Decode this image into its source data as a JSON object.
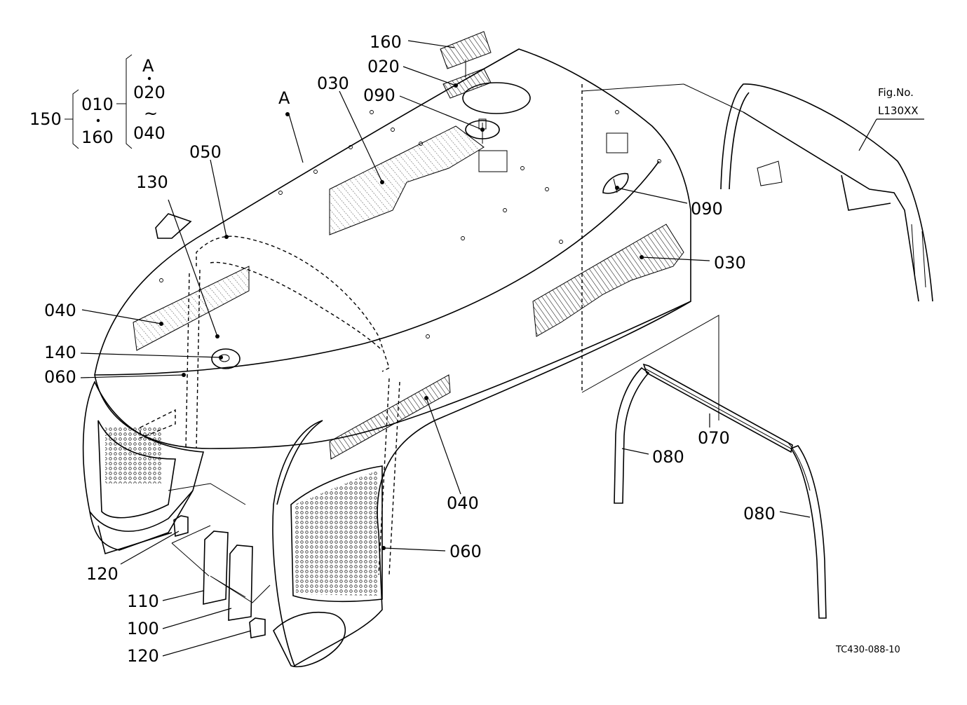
{
  "figure": {
    "fig_no_label": "Fig.No.",
    "fig_no_value": "L130XX",
    "drawing_code": "TC430-088-10"
  },
  "group_key": {
    "assembly": "150",
    "range_start": "010",
    "range_end": "160",
    "sub_ref": "A",
    "sub_range_start": "020",
    "tilde": "~",
    "sub_range_end": "040"
  },
  "ref_mark": "A",
  "callouts": [
    {
      "id": "c160",
      "text": "160"
    },
    {
      "id": "c020",
      "text": "020"
    },
    {
      "id": "c090a",
      "text": "090"
    },
    {
      "id": "c030a",
      "text": "030"
    },
    {
      "id": "c050",
      "text": "050"
    },
    {
      "id": "c130",
      "text": "130"
    },
    {
      "id": "c040a",
      "text": "040"
    },
    {
      "id": "c140",
      "text": "140"
    },
    {
      "id": "c060a",
      "text": "060"
    },
    {
      "id": "c090b",
      "text": "090"
    },
    {
      "id": "c030b",
      "text": "030"
    },
    {
      "id": "c070",
      "text": "070"
    },
    {
      "id": "c080a",
      "text": "080"
    },
    {
      "id": "c080b",
      "text": "080"
    },
    {
      "id": "c040b",
      "text": "040"
    },
    {
      "id": "c060b",
      "text": "060"
    },
    {
      "id": "c120a",
      "text": "120"
    },
    {
      "id": "c110",
      "text": "110"
    },
    {
      "id": "c100",
      "text": "100"
    },
    {
      "id": "c120b",
      "text": "120"
    }
  ]
}
